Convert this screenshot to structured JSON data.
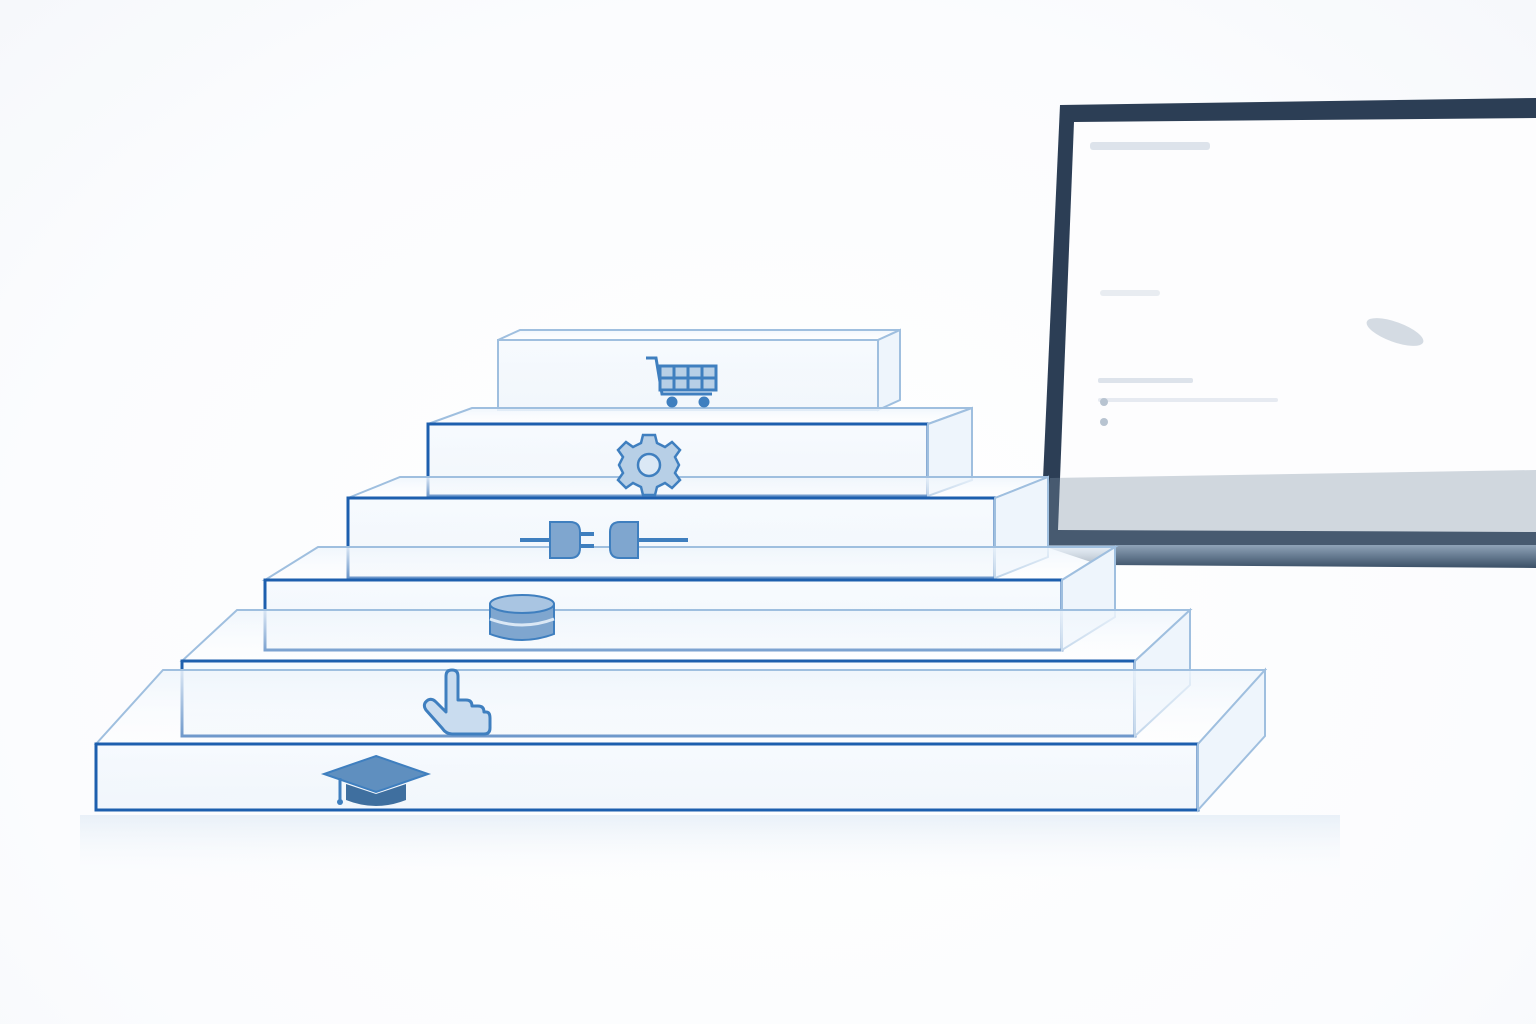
{
  "scene": {
    "description_free": true,
    "palette": {
      "edge_blue": "#1d5fae",
      "edge_light": "#9fbfdf",
      "glass_fill": "#f3f8fd",
      "icon_blue": "#3f7fbf",
      "icon_fill": "#b7cfe6",
      "laptop_frame": "#2c3e55",
      "laptop_screen": "#ffffff"
    },
    "steps": [
      {
        "name": "step-1",
        "icon": "graduation-cap-icon"
      },
      {
        "name": "step-2",
        "icon": "pointer-hand-icon"
      },
      {
        "name": "step-3",
        "icon": "database-icon"
      },
      {
        "name": "step-4",
        "icon": "plug-connector-icon"
      },
      {
        "name": "step-5",
        "icon": "gear-icon"
      },
      {
        "name": "step-6",
        "icon": "shopping-cart-icon"
      }
    ],
    "laptop": {
      "icon": "laptop-icon"
    }
  }
}
